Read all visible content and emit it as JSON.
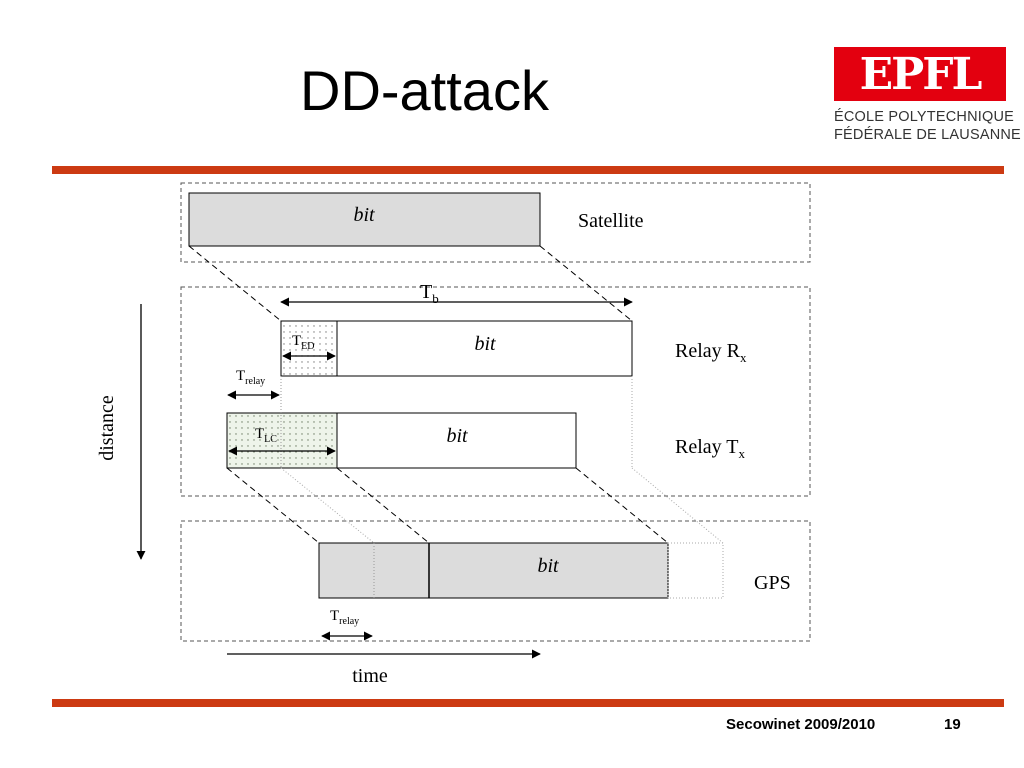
{
  "slide": {
    "title": "DD-attack",
    "footer_text": "Secowinet 2009/2010",
    "page_number": "19"
  },
  "logo": {
    "mark": "EPFL",
    "line1": "ÉCOLE POLYTECHNIQUE",
    "line2": "FÉDÉRALE DE LAUSANNE"
  },
  "diagram": {
    "rows": {
      "satellite": {
        "label": "Satellite",
        "bit": "bit"
      },
      "relay_rx": {
        "label_main": "Relay R",
        "label_sub": "x",
        "bit": "bit"
      },
      "relay_tx": {
        "label_main": "Relay T",
        "label_sub": "x",
        "bit": "bit"
      },
      "gps": {
        "label": "GPS",
        "bit": "bit"
      }
    },
    "intervals": {
      "tb": {
        "main": "T",
        "sub": "b"
      },
      "ted": {
        "main": "T",
        "sub": "ED"
      },
      "trelay_top": {
        "main": "T",
        "sub": "relay"
      },
      "tlc": {
        "main": "T",
        "sub": "LC"
      },
      "trelay_bottom": {
        "main": "T",
        "sub": "relay"
      }
    },
    "axes": {
      "distance": "distance",
      "time": "time"
    },
    "colors": {
      "shade": "#dcdcdc",
      "accent_bar": "#cc3a12",
      "epfl_red": "#e3000f"
    }
  }
}
